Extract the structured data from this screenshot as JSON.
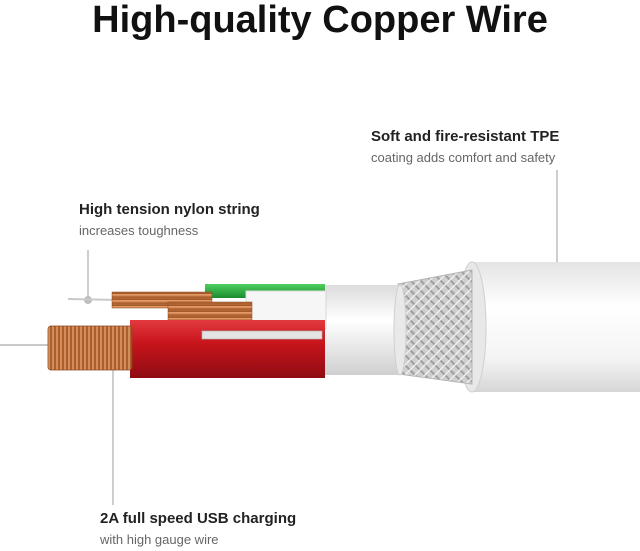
{
  "title": "High-quality Copper Wire",
  "callouts": {
    "tpe": {
      "heading": "Soft and fire-resistant TPE",
      "detail": "coating adds comfort and safety"
    },
    "nylon": {
      "heading": "High tension nylon string",
      "detail": "increases toughness"
    },
    "usb": {
      "heading": "2A full speed USB charging",
      "detail": "with high gauge wire"
    }
  },
  "colors": {
    "copper": "#c8763e",
    "red_insulation": "#c8141c",
    "green_insulation": "#22a63a",
    "jacket": "#f1f1f1",
    "shield_braid": "#d6d6d6",
    "leader_line": "#bdbdbd"
  }
}
